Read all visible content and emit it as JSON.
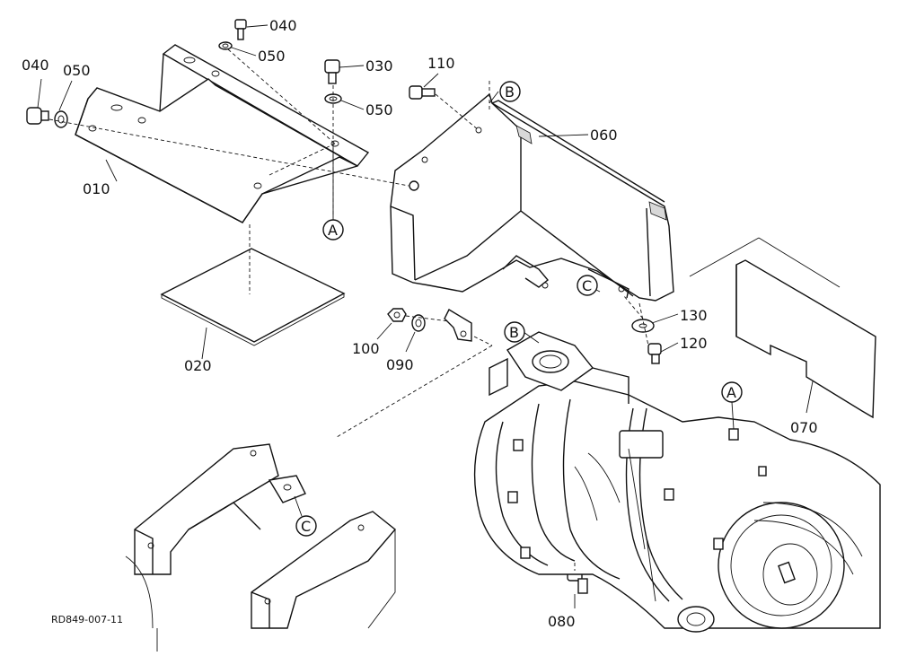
{
  "part_labels": [
    {
      "id": "010",
      "text": "010"
    },
    {
      "id": "020",
      "text": "020"
    },
    {
      "id": "030",
      "text": "030"
    },
    {
      "id": "040a",
      "text": "040"
    },
    {
      "id": "040b",
      "text": "040"
    },
    {
      "id": "050a",
      "text": "050"
    },
    {
      "id": "050b",
      "text": "050"
    },
    {
      "id": "050c",
      "text": "050"
    },
    {
      "id": "060",
      "text": "060"
    },
    {
      "id": "070",
      "text": "070"
    },
    {
      "id": "080",
      "text": "080"
    },
    {
      "id": "090",
      "text": "090"
    },
    {
      "id": "100",
      "text": "100"
    },
    {
      "id": "110",
      "text": "110"
    },
    {
      "id": "120",
      "text": "120"
    },
    {
      "id": "130",
      "text": "130"
    }
  ],
  "ref_markers": {
    "a1": "A",
    "a2": "A",
    "b1": "B",
    "b2": "B",
    "c1": "C",
    "c2": "C"
  },
  "diagram_code": "RD849-007-11"
}
